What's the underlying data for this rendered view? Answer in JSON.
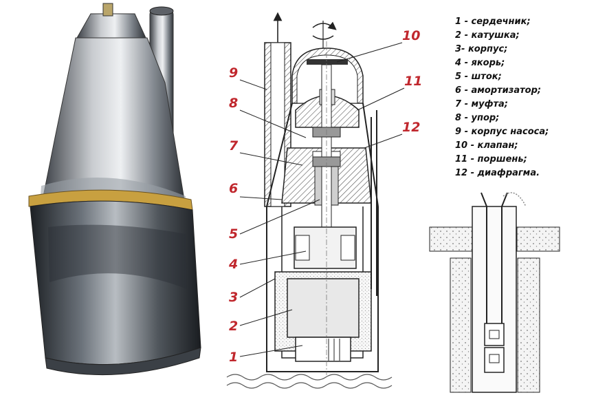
{
  "callouts": [
    "1",
    "2",
    "3",
    "4",
    "5",
    "6",
    "7",
    "8",
    "9",
    "10",
    "11",
    "12"
  ],
  "legend": [
    "1 - сердечник;",
    "2 - катушка;",
    "3- корпус;",
    "4 - якорь;",
    "5 - шток;",
    "6 - амортизатор;",
    "7 - муфта;",
    "8 - упор;",
    "9 - корпус насоса;",
    "10 - клапан;",
    "11 - поршень;",
    "12 - диафрагма."
  ],
  "colors": {
    "callout": "#c0272d",
    "hatch": "#555555"
  }
}
